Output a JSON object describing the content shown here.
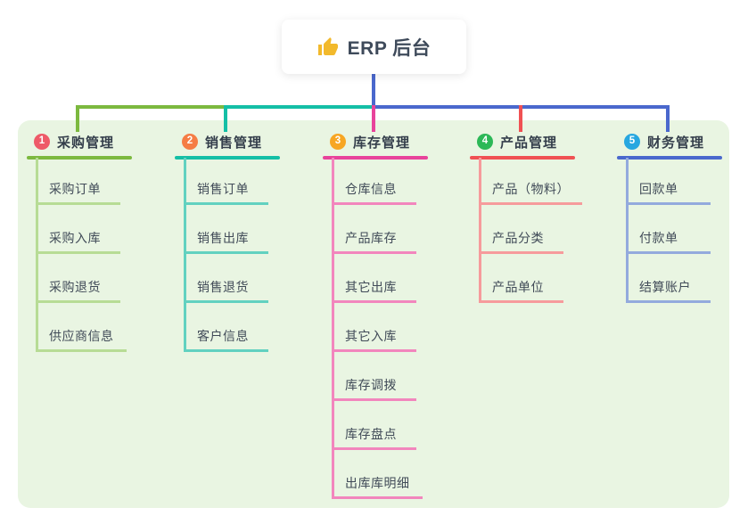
{
  "root": {
    "icon": "thumbs-up-icon",
    "title": "ERP 后台"
  },
  "panel": {
    "background": "#e9f5e2"
  },
  "connectors": {
    "trunk_color": "#4a68cd",
    "line_thickness": 4
  },
  "branches": [
    {
      "num": "1",
      "label": "采购管理",
      "badge_color": "#ee5a68",
      "line_color": "#7cb93f",
      "child_line_color": "#b7dc95",
      "children": [
        "采购订单",
        "采购入库",
        "采购退货",
        "供应商信息"
      ]
    },
    {
      "num": "2",
      "label": "销售管理",
      "badge_color": "#f57d45",
      "line_color": "#14bfa6",
      "child_line_color": "#62d1c0",
      "children": [
        "销售订单",
        "销售出库",
        "销售退货",
        "客户信息"
      ]
    },
    {
      "num": "3",
      "label": "库存管理",
      "badge_color": "#f7a623",
      "line_color": "#e8439b",
      "child_line_color": "#f286bd",
      "children": [
        "仓库信息",
        "产品库存",
        "其它出库",
        "其它入库",
        "库存调拨",
        "库存盘点",
        "出库库明细"
      ]
    },
    {
      "num": "4",
      "label": "产品管理",
      "badge_color": "#2cb857",
      "line_color": "#f05153",
      "child_line_color": "#f69b9c",
      "children": [
        "产品（物料）",
        "产品分类",
        "产品单位"
      ]
    },
    {
      "num": "5",
      "label": "财务管理",
      "badge_color": "#27a7e0",
      "line_color": "#4a68cd",
      "child_line_color": "#93aadd",
      "children": [
        "回款单",
        "付款单",
        "结算账户"
      ]
    }
  ]
}
